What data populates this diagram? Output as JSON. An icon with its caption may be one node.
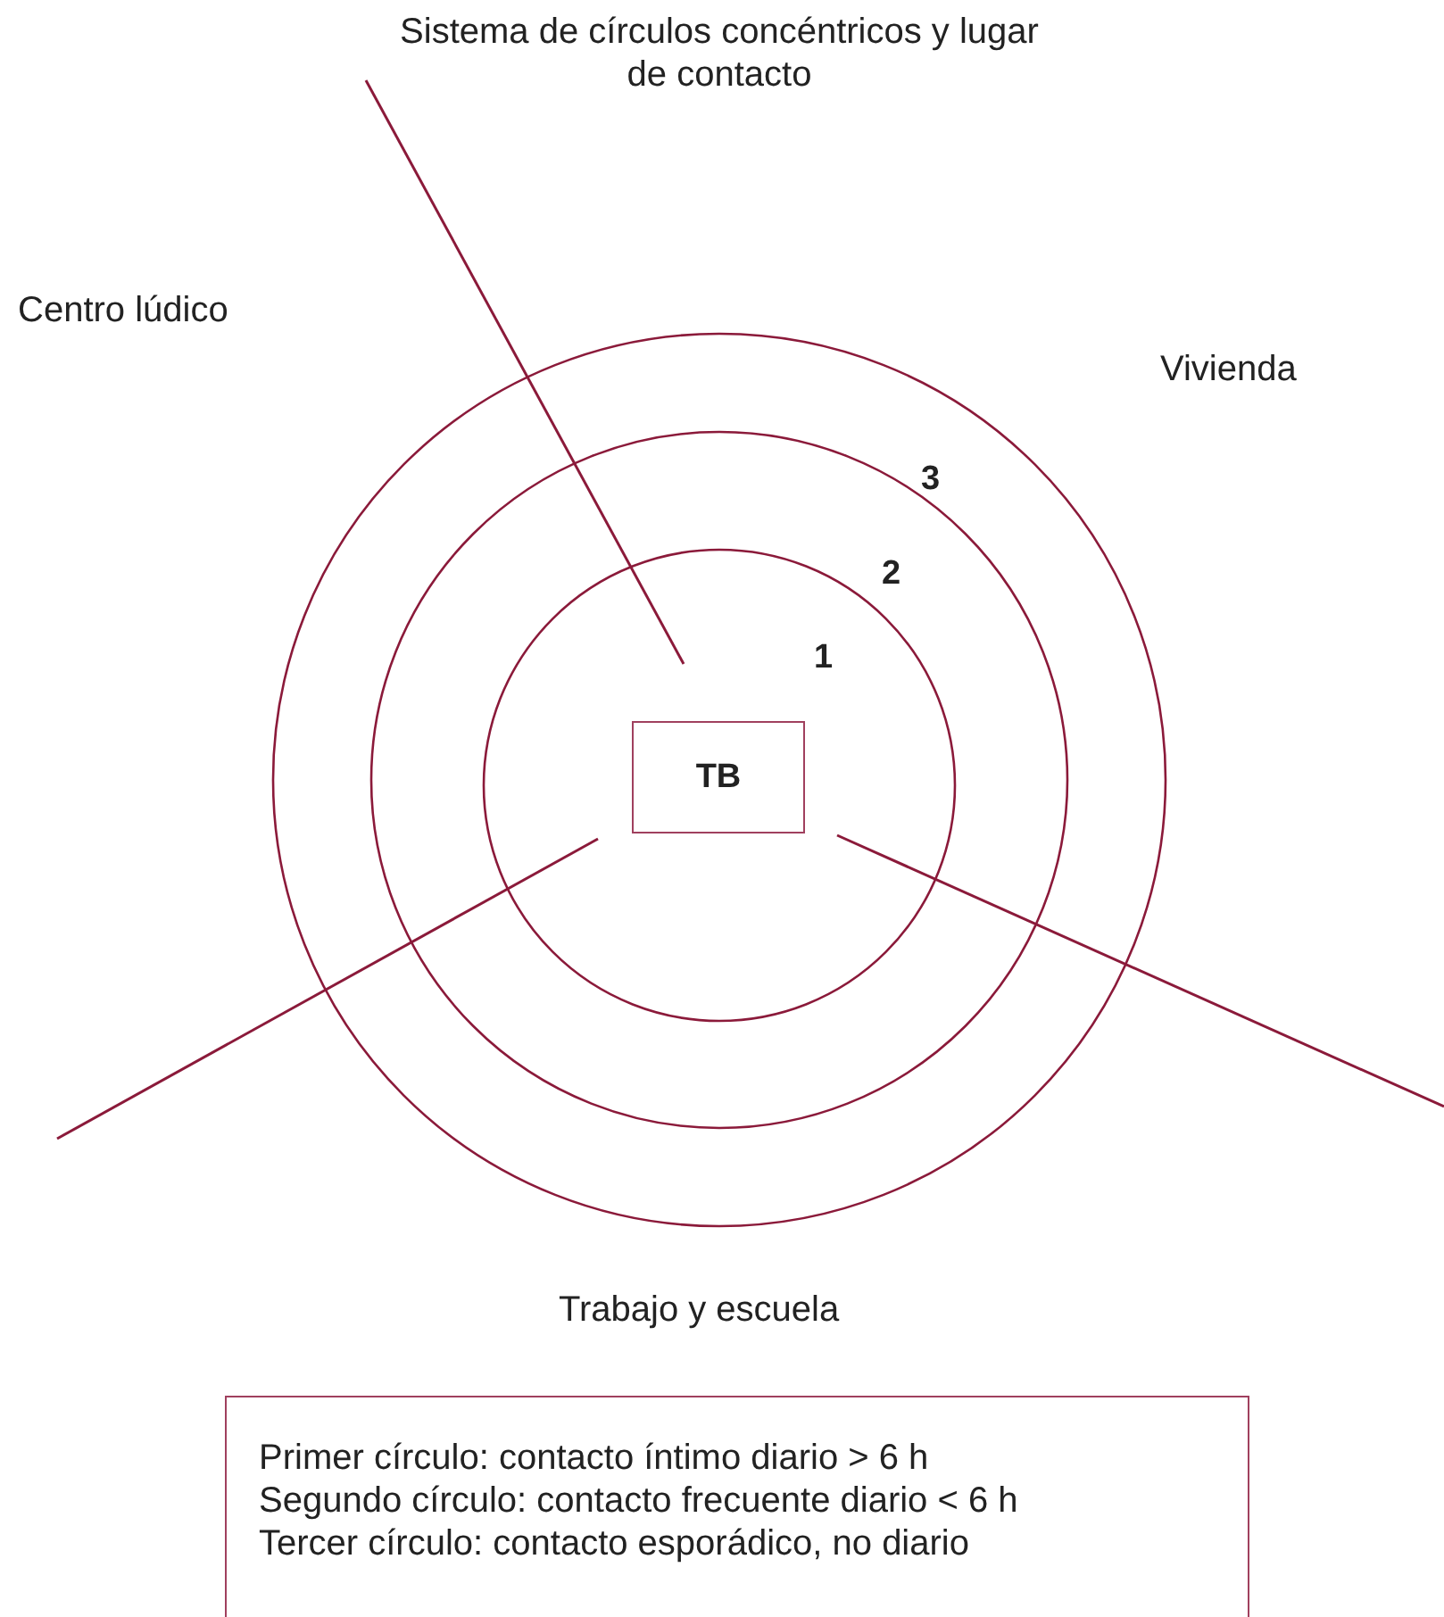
{
  "diagram": {
    "title": "Sistema de círculos concéntricos y lugar de contacto",
    "nodes": [
      {
        "text": [
          "TB"
        ]
      },
      {
        "text": [
          "Primer círculo: contacto íntimo diario > 6 h",
          "Segundo círculo: contacto frecuente diario < 6 h",
          "Tercer círculo: contacto esporádico, no diario"
        ]
      }
    ],
    "labels": [
      "Centro lúdico",
      "Vivienda",
      "3",
      "2",
      "1",
      "Trabajo y escuela"
    ]
  }
}
